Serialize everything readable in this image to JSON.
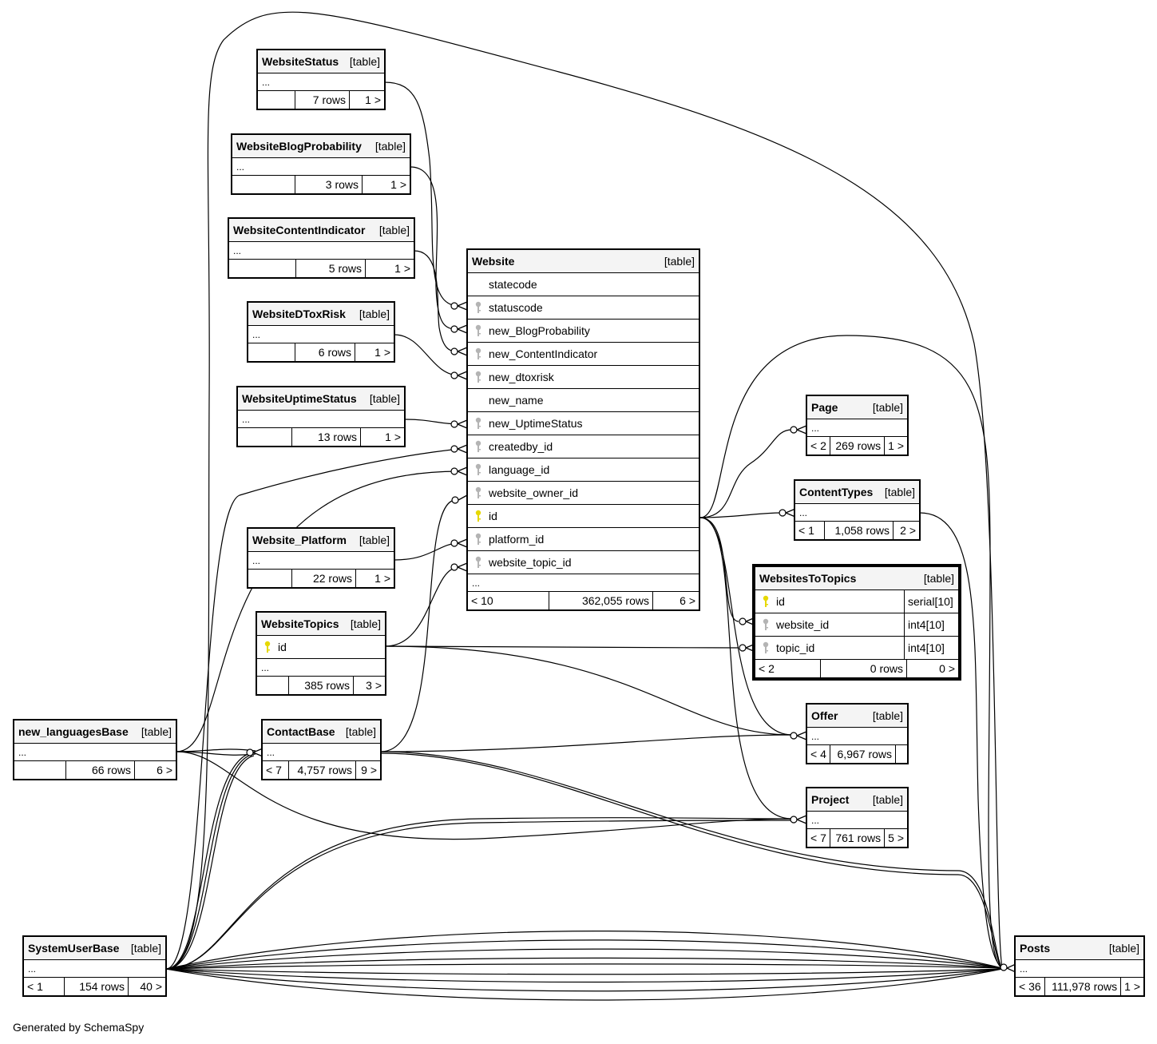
{
  "footer_text": "Generated by SchemaSpy",
  "type_label": "[table]",
  "ellipsis": "...",
  "colors": {
    "primary_key": "#e6d800",
    "foreign_key": "#b4b4b4",
    "header_bg": "#f4f4f4"
  },
  "tables": {
    "WebsiteStatus": {
      "name": "WebsiteStatus",
      "parents": "",
      "rows": "7 rows",
      "children": "1 >"
    },
    "WebsiteBlogProbability": {
      "name": "WebsiteBlogProbability",
      "parents": "",
      "rows": "3 rows",
      "children": "1 >"
    },
    "WebsiteContentIndicator": {
      "name": "WebsiteContentIndicator",
      "parents": "",
      "rows": "5 rows",
      "children": "1 >"
    },
    "WebsiteDToxRisk": {
      "name": "WebsiteDToxRisk",
      "parents": "",
      "rows": "6 rows",
      "children": "1 >"
    },
    "WebsiteUptimeStatus": {
      "name": "WebsiteUptimeStatus",
      "parents": "",
      "rows": "13 rows",
      "children": "1 >"
    },
    "Website_Platform": {
      "name": "Website_Platform",
      "parents": "",
      "rows": "22 rows",
      "children": "1 >"
    },
    "WebsiteTopics": {
      "name": "WebsiteTopics",
      "parents": "",
      "rows": "385 rows",
      "children": "3 >",
      "columns": [
        {
          "name": "id",
          "key": "primary"
        }
      ]
    },
    "new_languagesBase": {
      "name": "new_languagesBase",
      "parents": "",
      "rows": "66 rows",
      "children": "6 >"
    },
    "ContactBase": {
      "name": "ContactBase",
      "parents": "< 7",
      "rows": "4,757 rows",
      "children": "9 >"
    },
    "SystemUserBase": {
      "name": "SystemUserBase",
      "parents": "< 1",
      "rows": "154 rows",
      "children": "40 >"
    },
    "Website": {
      "name": "Website",
      "parents": "< 10",
      "rows": "362,055 rows",
      "children": "6 >",
      "columns": [
        {
          "name": "statecode",
          "key": "none"
        },
        {
          "name": "statuscode",
          "key": "foreign"
        },
        {
          "name": "new_BlogProbability",
          "key": "foreign"
        },
        {
          "name": "new_ContentIndicator",
          "key": "foreign"
        },
        {
          "name": "new_dtoxrisk",
          "key": "foreign"
        },
        {
          "name": "new_name",
          "key": "none"
        },
        {
          "name": "new_UptimeStatus",
          "key": "foreign"
        },
        {
          "name": "createdby_id",
          "key": "foreign"
        },
        {
          "name": "language_id",
          "key": "foreign"
        },
        {
          "name": "website_owner_id",
          "key": "foreign"
        },
        {
          "name": "id",
          "key": "primary"
        },
        {
          "name": "platform_id",
          "key": "foreign"
        },
        {
          "name": "website_topic_id",
          "key": "foreign"
        }
      ]
    },
    "Page": {
      "name": "Page",
      "parents": "< 2",
      "rows": "269 rows",
      "children": "1 >"
    },
    "ContentTypes": {
      "name": "ContentTypes",
      "parents": "< 1",
      "rows": "1,058 rows",
      "children": "2 >"
    },
    "WebsitesToTopics": {
      "name": "WebsitesToTopics",
      "parents": "< 2",
      "rows": "0 rows",
      "children": "0 >",
      "columns": [
        {
          "name": "id",
          "type": "serial[10]",
          "key": "primary"
        },
        {
          "name": "website_id",
          "type": "int4[10]",
          "key": "foreign"
        },
        {
          "name": "topic_id",
          "type": "int4[10]",
          "key": "foreign"
        }
      ]
    },
    "Offer": {
      "name": "Offer",
      "parents": "< 4",
      "rows": "6,967 rows",
      "children": ""
    },
    "Project": {
      "name": "Project",
      "parents": "< 7",
      "rows": "761 rows",
      "children": "5 >"
    },
    "Posts": {
      "name": "Posts",
      "parents": "< 36",
      "rows": "111,978 rows",
      "children": "1 >"
    }
  }
}
